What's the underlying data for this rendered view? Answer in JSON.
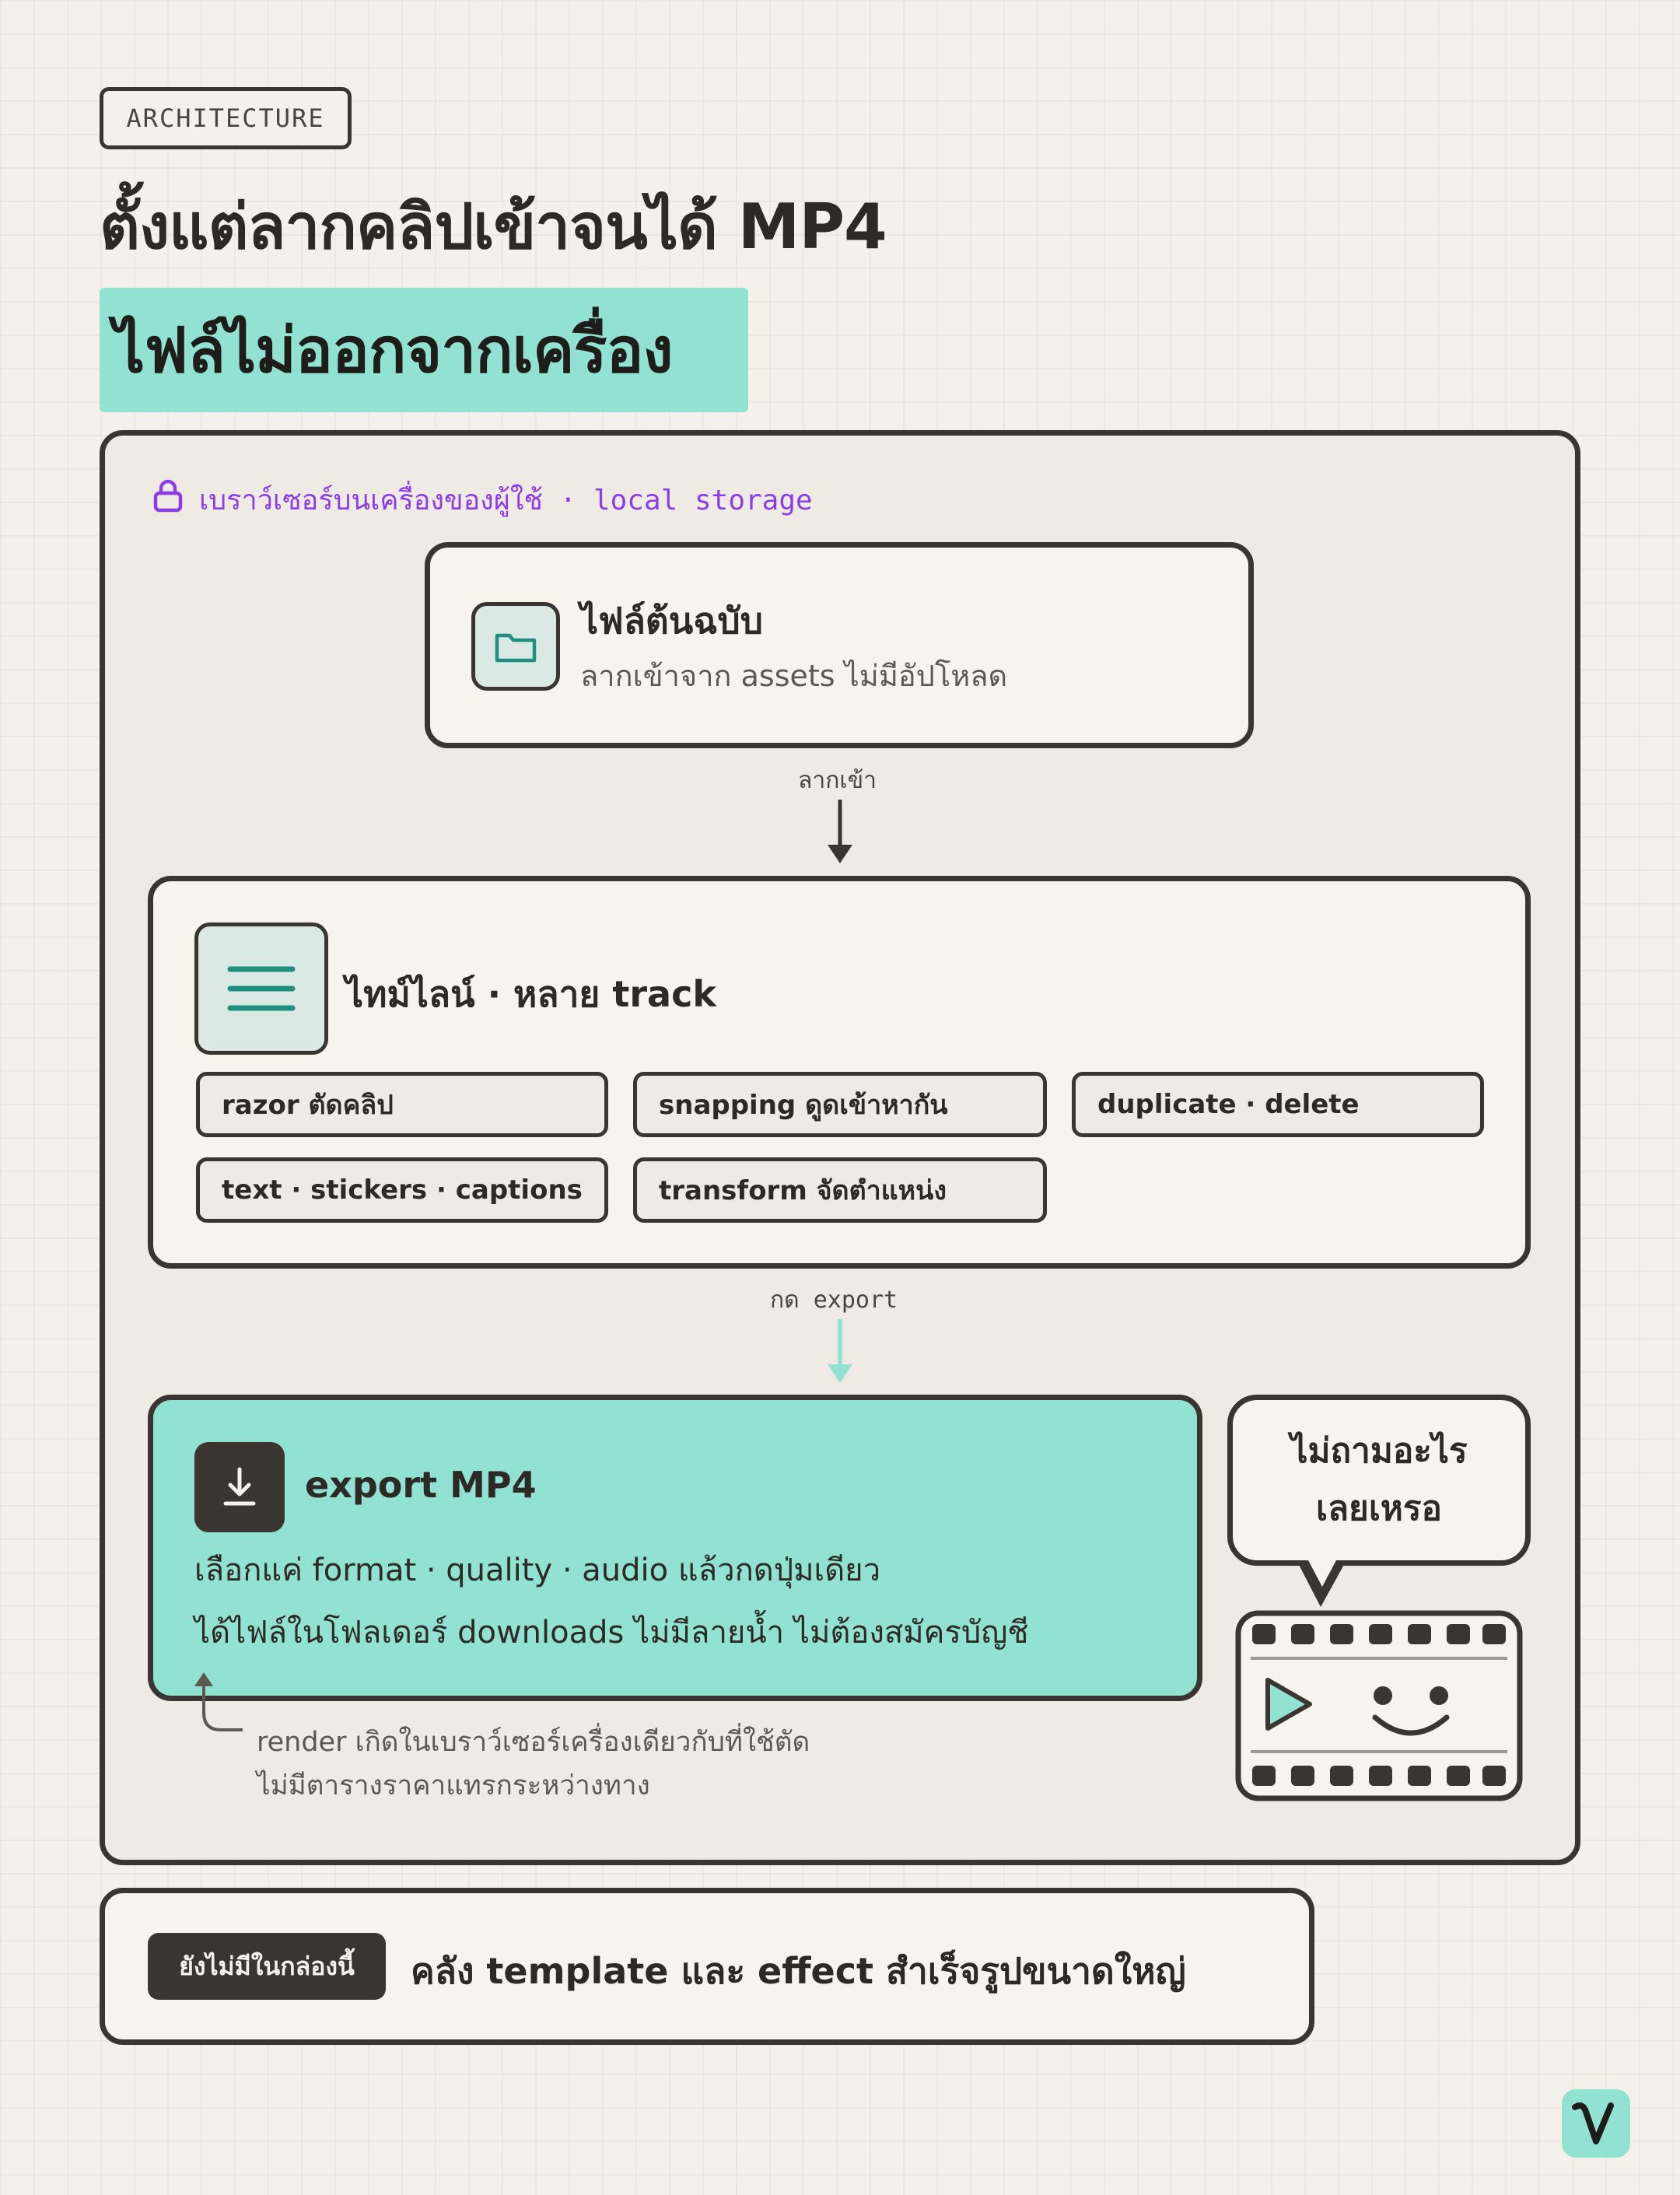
{
  "tag": "ARCHITECTURE",
  "title": "ตั้งแต่ลากคลิปเข้าจนได้ MP4",
  "highlight": "ไฟล์ไม่ออกจากเครื่อง",
  "scope": {
    "icon": "lock-icon",
    "label": "เบราว์เซอร์บนเครื่องของผู้ใช้ · local storage"
  },
  "source": {
    "icon": "folder-icon",
    "title": "ไฟล์ต้นฉบับ",
    "subtitle": "ลากเข้าจาก assets ไม่มีอัปโหลด"
  },
  "arrow1_label": "ลากเข้า",
  "timeline": {
    "icon": "menu-lines-icon",
    "title": "ไทม์ไลน์ · หลาย track",
    "features": [
      "razor ตัดคลิป",
      "snapping ดูดเข้าหากัน",
      "duplicate · delete",
      "text · stickers · captions",
      "transform จัดตำแหน่ง"
    ]
  },
  "arrow2_label": "กด export",
  "export": {
    "icon": "download-icon",
    "title": "export MP4",
    "line1": "เลือกแค่ format · quality · audio แล้วกดปุ่มเดียว",
    "line2": "ได้ไฟล์ในโฟลเดอร์ downloads ไม่มีลายน้ำ ไม่ต้องสมัครบัญชี"
  },
  "note": {
    "line1": "render เกิดในเบราว์เซอร์เครื่องเดียวกับที่ใช้ตัด",
    "line2": "ไม่มีตารางราคาแทรกระหว่างทาง"
  },
  "bubble": {
    "line1": "ไม่ถามอะไร",
    "line2": "เลยเหรอ"
  },
  "mascot_icon": "film-strip-smiley-icon",
  "footer": {
    "badge": "ยังไม่มีในกล่องนี้",
    "text": "คลัง template และ effect สำเร็จรูปขนาดใหญ่"
  },
  "logo_icon": "v-logo-icon",
  "colors": {
    "accent": "#92e2d4",
    "teal_dark": "#1f8f80",
    "scope_purple": "#8b3ee6",
    "ink": "#3a3531",
    "paper": "#f4f1ea"
  }
}
